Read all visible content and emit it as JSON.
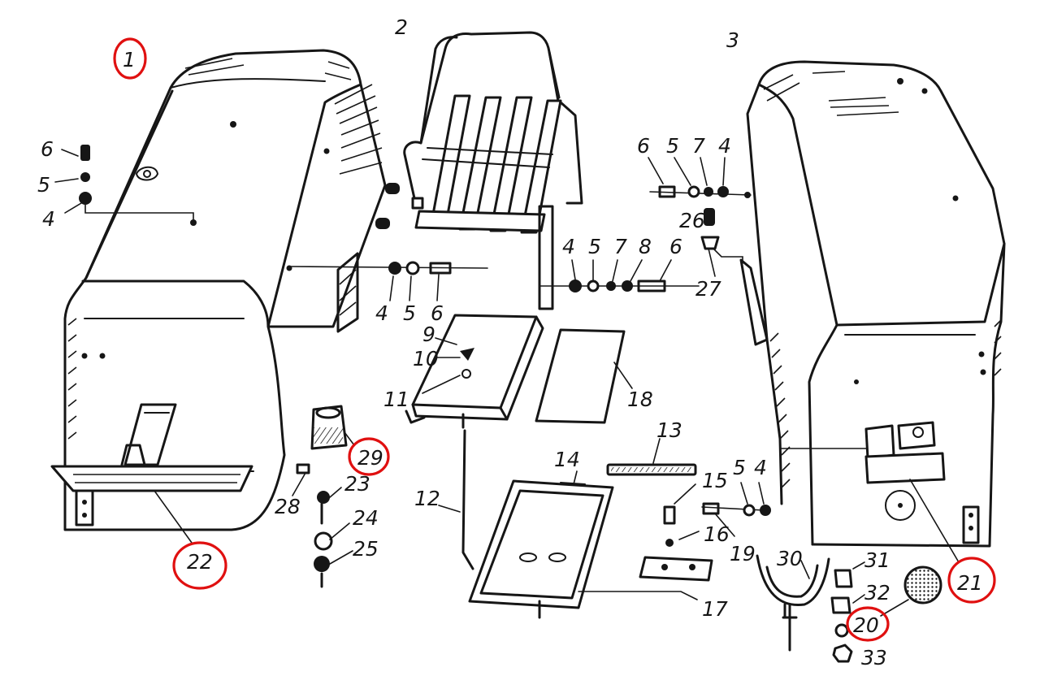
{
  "callouts": {
    "c_1": "1",
    "c_2": "2",
    "c_3": "3",
    "c_4a": "4",
    "c_5a": "5",
    "c_6a": "6",
    "c_4b": "4",
    "c_5b": "5",
    "c_6b": "6",
    "c_6c": "6",
    "c_5c": "5",
    "c_7c": "7",
    "c_4c": "4",
    "c_26": "26",
    "c_27": "27",
    "c_4d": "4",
    "c_5d": "5",
    "c_7d": "7",
    "c_8d": "8",
    "c_6d": "6",
    "c_9": "9",
    "c_10": "10",
    "c_11": "11",
    "c_18": "18",
    "c_13": "13",
    "c_14": "14",
    "c_12": "12",
    "c_15": "15",
    "c_16": "16",
    "c_17": "17",
    "c_19": "19",
    "c_5e": "5",
    "c_4e": "4",
    "c_22": "22",
    "c_28": "28",
    "c_23": "23",
    "c_24": "24",
    "c_25": "25",
    "c_29": "29",
    "c_30": "30",
    "c_31": "31",
    "c_32": "32",
    "c_33": "33",
    "c_20": "20",
    "c_21": "21"
  },
  "highlighted_parts": [
    "1",
    "22",
    "29",
    "20",
    "21"
  ],
  "colors": {
    "line": "#161616",
    "highlight": "#e01010",
    "paper": "#ffffff"
  }
}
